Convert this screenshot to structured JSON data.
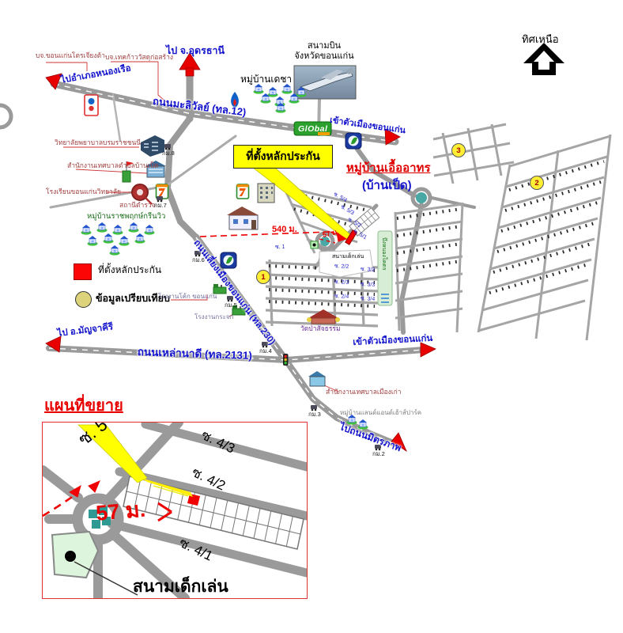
{
  "compass": {
    "label": "ทิศเหนือ"
  },
  "airport": {
    "line1": "สนามบิน",
    "line2": "จังหวัดขอนแก่น"
  },
  "directions": {
    "to_udon": "ไป จ.อุดรธานี",
    "to_nong_ruea": "ไปอำเภอหนองเรือ",
    "to_city_top": "เข้าตัวเมืองขอนแก่น",
    "to_city_bottom": "เข้าตัวเมืองขอนแก่น",
    "to_manchakhiri": "ไป อ.มัญจาคีรี",
    "to_mittraphap": "ไปถนนมิตรภาพ"
  },
  "roads": {
    "maliwan": "ถนนมะลิวัลย์ (ทล.12)",
    "laonadi": "ถนนเหล่านาดี (ทล.2131)",
    "bypass": "ถนนเลี่ยงเมืองขอนแก่น (ทล.230)"
  },
  "places": {
    "company1": "บจ.ขอนแก่นโตรเจียงต้า",
    "company2": "บจ.เทคก้าววัสดุก่อสร้าง",
    "decha_village": "หมู่บ้านเดชา",
    "global_sign": "GlObal",
    "nursing_college": "วิทยาลัยพยาบาลบรมราชชนนี",
    "banped_municipality": "สำนักงานเทศบาลตำบลบ้านเป็ด",
    "school": "โรงเรียนขอนแก่นวิทยาลัย",
    "police": "สถานีตำรวจ",
    "rachapruek_village": "หมู่บ้านราชพฤกษ์กรีนวิว",
    "uea_athon_line1": "หมู่บ้านเอื้ออาทร",
    "uea_athon_line2": "(บ้านเป็ด)",
    "coke_factory": "โรงงานโค้ก ขอนแก่น",
    "glass_factory": "โรงงานกระจก",
    "wat": "วัดป่าสัจธรรม",
    "old_municipality": "สำนักงานเทศบาลเมืองเก่า",
    "land_and_house": "หมู่บ้านแลนด์แอนด์เฮ้าส์ปาร์ค",
    "playground_main": "สนามเด็กเล่น",
    "lake": "บึงหนองโคตร"
  },
  "subject": {
    "callout": "ที่ตั้งหลักประกัน",
    "d540": "540 ม.",
    "d57": "57 ม."
  },
  "legend": {
    "subject": "ที่ตั้งหลักประกัน",
    "comparable": "ข้อมูลเปรียบเทียบ"
  },
  "km_markers": {
    "km8": "กม.8",
    "km7": "กม.7",
    "km6": "กม.6",
    "km5": "กม.5",
    "km4": "กม.4",
    "km3": "กม.3",
    "km2": "กม.2"
  },
  "comp_markers": {
    "c1": "1",
    "c2": "2",
    "c3": "3"
  },
  "sois": {
    "s1": "ซ. 1",
    "s54": "ซ. 5/4",
    "s53": "ซ. 5/3",
    "s52": "ซ. 5/2",
    "s51": "ซ. 5/1",
    "s22": "ซ. 2/2",
    "s32": "ซ. 3/2",
    "s23": "ซ. 2/3",
    "s33": "ซ. 3/3",
    "s24": "ซ. 2/4",
    "s34": "ซ. 3/4"
  },
  "inset": {
    "title": "แผนที่ขยาย",
    "soi5": "ซ. 5",
    "soi43": "ซ. 4/3",
    "soi42": "ซ. 4/2",
    "soi41": "ซ. 4/1",
    "d57": "57 ม.",
    "playground": "สนามเด็กเล่น"
  },
  "colors": {
    "road": "#9a9a9a",
    "label_blue": "#1414cc",
    "red": "#e80000",
    "callout_yellow": "#ffff00",
    "legend_circle": "#ddd37a",
    "teal": "#3a9a94"
  }
}
